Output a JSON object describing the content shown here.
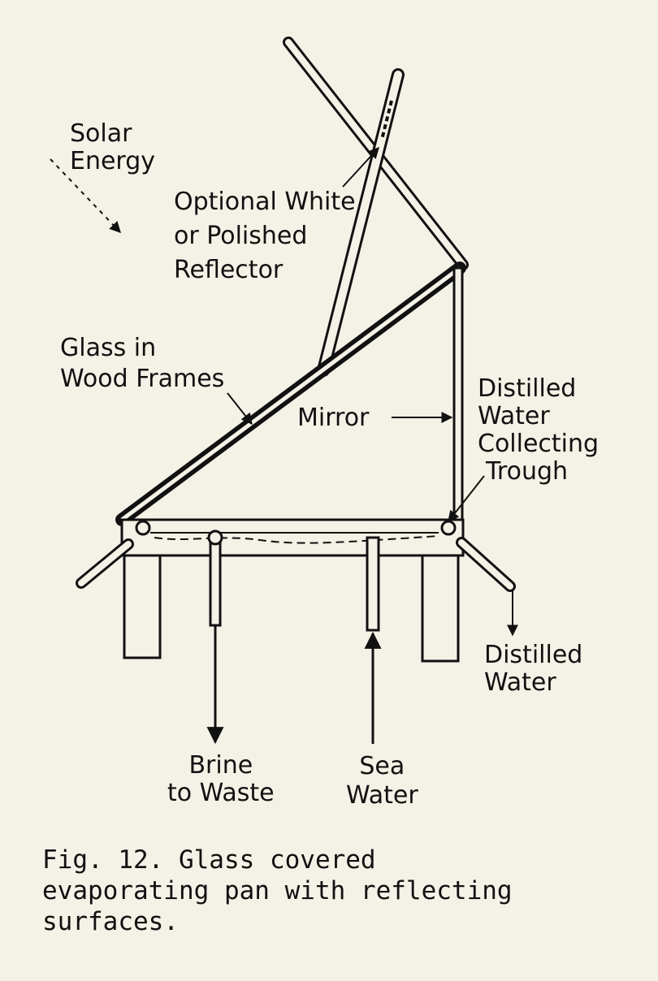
{
  "labels": {
    "solar_energy": [
      "Solar",
      "Energy"
    ],
    "reflector": [
      "Optional White",
      "or Polished",
      "Reflector"
    ],
    "glass": [
      "Glass in",
      "Wood Frames"
    ],
    "mirror": "Mirror",
    "trough": [
      "Distilled",
      "Water",
      "Collecting",
      "Trough"
    ],
    "distilled_water": [
      "Distilled",
      "Water"
    ],
    "brine": [
      "Brine",
      "to Waste"
    ],
    "sea_water": [
      "Sea",
      "Water"
    ]
  },
  "caption": [
    "Fig. 12.  Glass covered",
    "evaporating pan with reflecting",
    "surfaces."
  ],
  "colors": {
    "paper": "#f4f1e6",
    "ink": "#111111"
  }
}
